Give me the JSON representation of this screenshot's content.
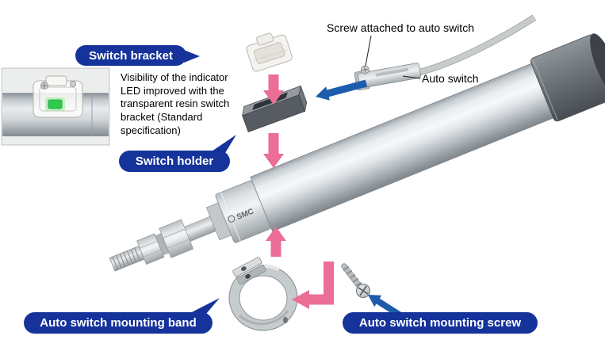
{
  "figure": {
    "brand": "SMC"
  },
  "callouts": {
    "switch_bracket": "Switch bracket",
    "switch_holder": "Switch holder",
    "mounting_band": "Auto switch mounting band",
    "mounting_screw": "Auto switch mounting screw"
  },
  "annotations": {
    "screw_attached_to_auto_switch": "Screw attached to auto switch",
    "auto_switch": "Auto switch",
    "led_note": "Visibility of the indicator LED improved with the transparent resin switch bracket (Standard specification)"
  },
  "colors": {
    "callout_bg": "#15339b",
    "callout_text": "#ffffff",
    "arrow_pink": "#ec6d96",
    "arrow_blue": "#1d5cab"
  }
}
